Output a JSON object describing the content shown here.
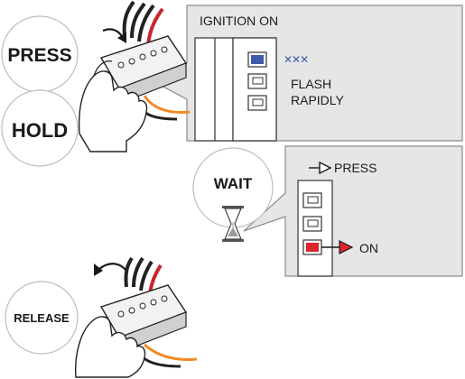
{
  "steps": {
    "press": "PRESS",
    "hold": "HOLD",
    "wait": "WAIT",
    "release": "RELEASE"
  },
  "ignition_panel": {
    "title": "IGNITION ON",
    "led_status": "FLASH\nRAPIDLY",
    "flash_mark": "✕✕✕"
  },
  "wait_panel": {
    "legend_label": "PRESS",
    "on_label": "ON"
  },
  "colors": {
    "panel_fill": "#e6e6e6",
    "panel_stroke": "#8c8c8c",
    "led_blue": "#3c5ba8",
    "led_red": "#d9262b",
    "wire_orange": "#f08a24",
    "wire_red": "#c8272d"
  },
  "icons": {
    "press_arrow": "curved-arrow-down-icon",
    "release_arrow": "curved-arrow-up-icon",
    "timer": "hourglass-icon"
  }
}
